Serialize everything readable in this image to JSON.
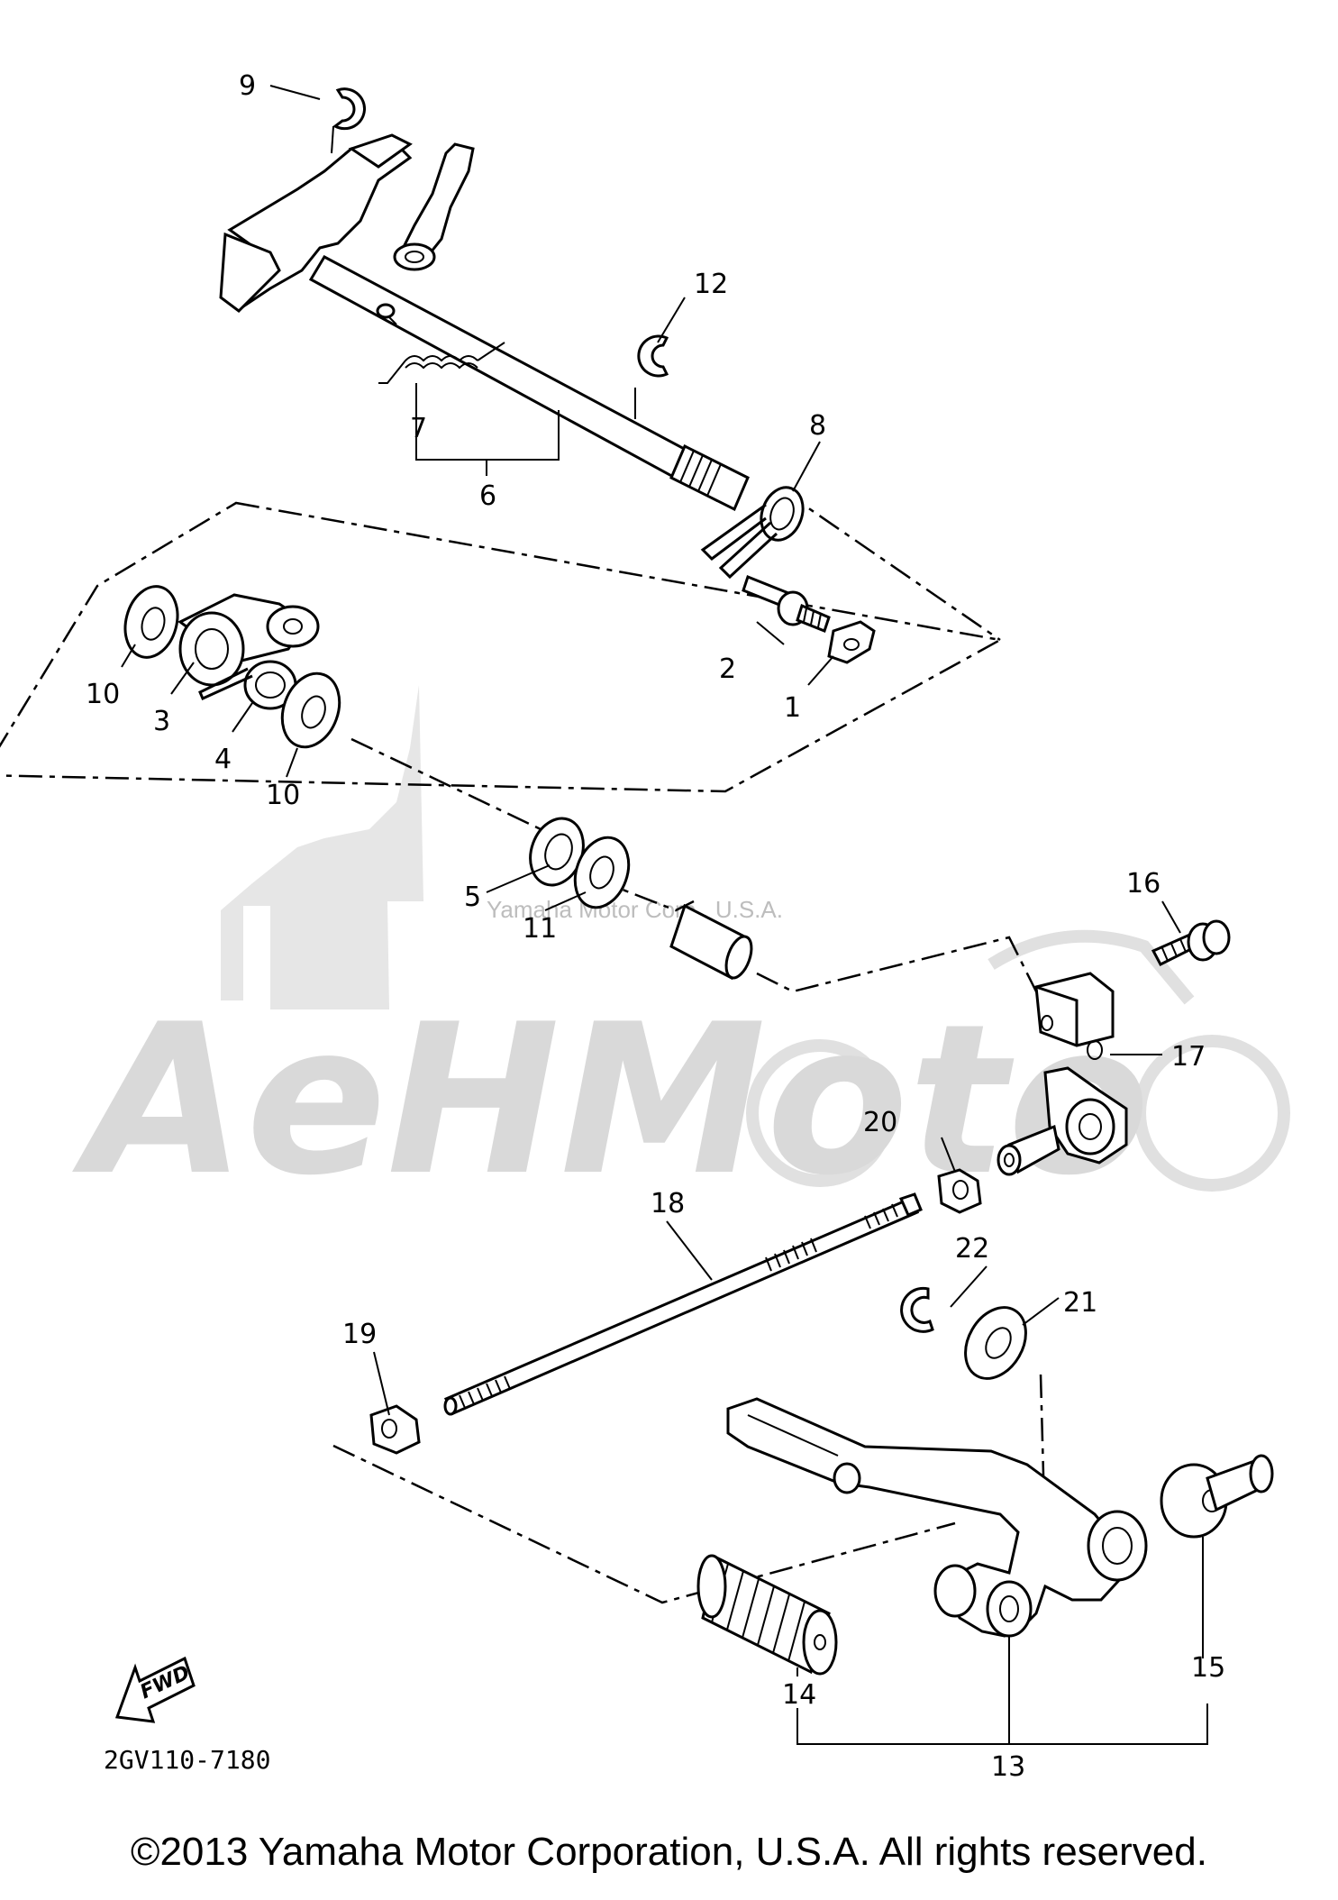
{
  "watermark": {
    "url": "Yamaha Motor Corp., U.S.A.",
    "logo": "AeHMoto"
  },
  "callouts": {
    "c1": "1",
    "c2": "2",
    "c3": "3",
    "c4": "4",
    "c5": "5",
    "c6": "6",
    "c7": "7",
    "c8": "8",
    "c9": "9",
    "c10a": "10",
    "c10b": "10",
    "c11": "11",
    "c12": "12",
    "c13": "13",
    "c14": "14",
    "c15": "15",
    "c16": "16",
    "c17": "17",
    "c18": "18",
    "c19": "19",
    "c20": "20",
    "c21": "21",
    "c22": "22"
  },
  "direction_label": "FWD",
  "diagram_code": "2GV110-7180",
  "copyright": "©2013 Yamaha Motor Corporation, U.S.A. All rights reserved."
}
